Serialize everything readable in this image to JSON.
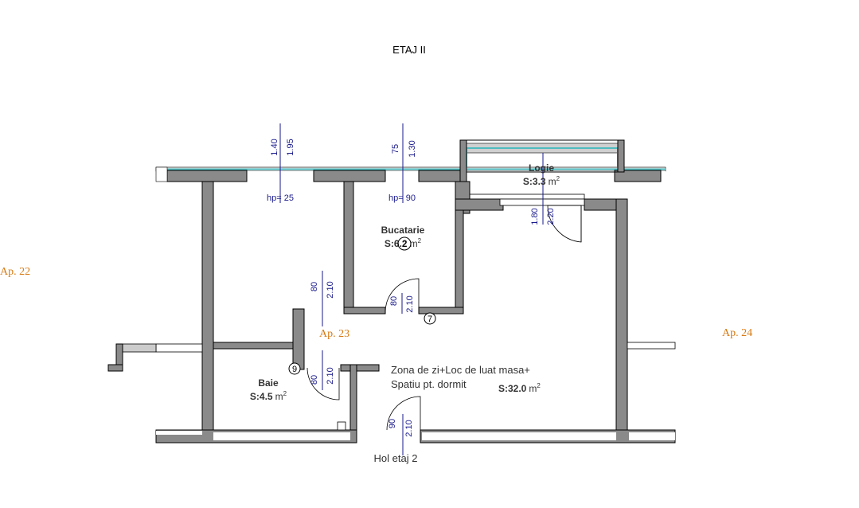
{
  "title": "ETAJ II",
  "apartments": {
    "left": "Ap. 22",
    "center": "Ap. 23",
    "right": "Ap. 24"
  },
  "rooms": {
    "logie": {
      "name": "Logie",
      "area_prefix": "S:",
      "area_value": "3.3",
      "unit": "m",
      "unit_exp": "2"
    },
    "bucatarie": {
      "name": "Bucatarie",
      "area_prefix": "S:",
      "area_value": "6.2",
      "unit": "m",
      "unit_exp": "2"
    },
    "baie": {
      "name": "Baie",
      "area_prefix": "S:",
      "area_value": "4.5",
      "unit": "m",
      "unit_exp": "2"
    },
    "zona": {
      "name_line1": "Zona de zi+Loc de luat masa+",
      "name_line2": "Spatiu pt. dormit",
      "area_prefix": "S:",
      "area_value": "32.0",
      "unit": "m",
      "unit_exp": "2"
    }
  },
  "hol": "Hol etaj 2",
  "dimensions": {
    "win1_w": "1.40",
    "win1_h": "1.95",
    "win1_hp": "hp= 25",
    "win2_w": "75",
    "win2_h": "1.30",
    "win2_hp": "hp= 90",
    "logie_door_w": "1.80",
    "logie_door_h": "2.20",
    "room_door_w": "80",
    "room_door_h": "2.10",
    "kitchen_door_w": "80",
    "kitchen_door_h": "2.10",
    "bath_door_w": "80",
    "bath_door_h": "2.10",
    "entry_door_w": "90",
    "entry_door_h": "2.10"
  },
  "markers": {
    "kitchen_circle": "2",
    "kitchen_corner": "7",
    "bath_circle": "9"
  },
  "colors": {
    "wall": "#8a8a8a",
    "dimension": "#1a1a8c",
    "apartment_label": "#d77a14",
    "glazing": "#4fbcc0"
  }
}
